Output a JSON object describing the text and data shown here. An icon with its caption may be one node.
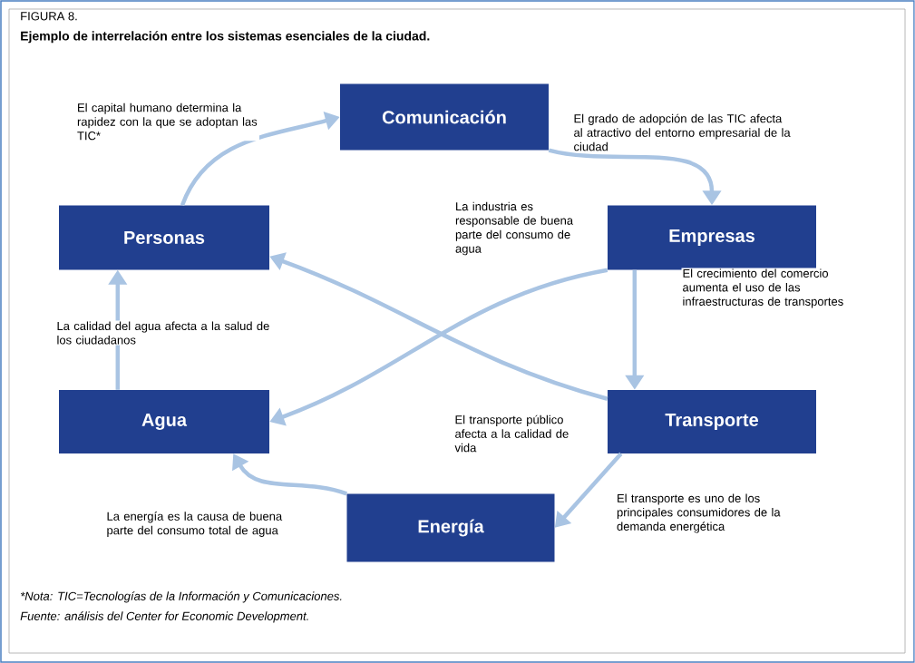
{
  "diagram": {
    "title": "Ejemplo de interrelación entre los sistemas esenciales de la ciudad.",
    "nodes": [
      {
        "text": [
          "Comunicación"
        ]
      },
      {
        "text": [
          "Empresas"
        ]
      },
      {
        "text": [
          "Transporte"
        ]
      },
      {
        "text": [
          "Energía"
        ]
      },
      {
        "text": [
          "Agua"
        ]
      },
      {
        "text": [
          "Personas"
        ]
      }
    ],
    "edges": [
      {
        "from": 5,
        "to": 0,
        "arrow": "to",
        "label": "El capital humano determina la rapidez con la que se adoptan las TIC*"
      },
      {
        "from": 0,
        "to": 1,
        "arrow": "to",
        "label": "El grado de adopción de las TIC afecta al atractivo del entorno empresarial de la ciudad"
      },
      {
        "from": 1,
        "to": 2,
        "arrow": "to",
        "label": "El crecimiento del comercio aumenta el uso de las infraestructuras de transportes"
      },
      {
        "from": 2,
        "to": 3,
        "arrow": "to",
        "label": "El transporte es uno de los principales consumidores de la demanda energética"
      },
      {
        "from": 3,
        "to": 4,
        "arrow": "to",
        "label": "La energía es la causa de buena parte del consumo total de agua"
      },
      {
        "from": 4,
        "to": 5,
        "arrow": "to",
        "label": "La calidad del agua afecta a la salud de los ciudadanos"
      },
      {
        "from": 1,
        "to": 4,
        "arrow": "to",
        "label": "La industria es responsable de buena parte del consumo de agua"
      },
      {
        "from": 2,
        "to": 5,
        "arrow": "to",
        "label": "El transporte público afecta a la calidad de vida"
      }
    ],
    "labels": [
      "FIGURA 8.",
      "*Nota: TIC=Tecnologías de la Información y Comunicaciones.",
      "Fuente: análisis del Center for Economic Development."
    ]
  }
}
